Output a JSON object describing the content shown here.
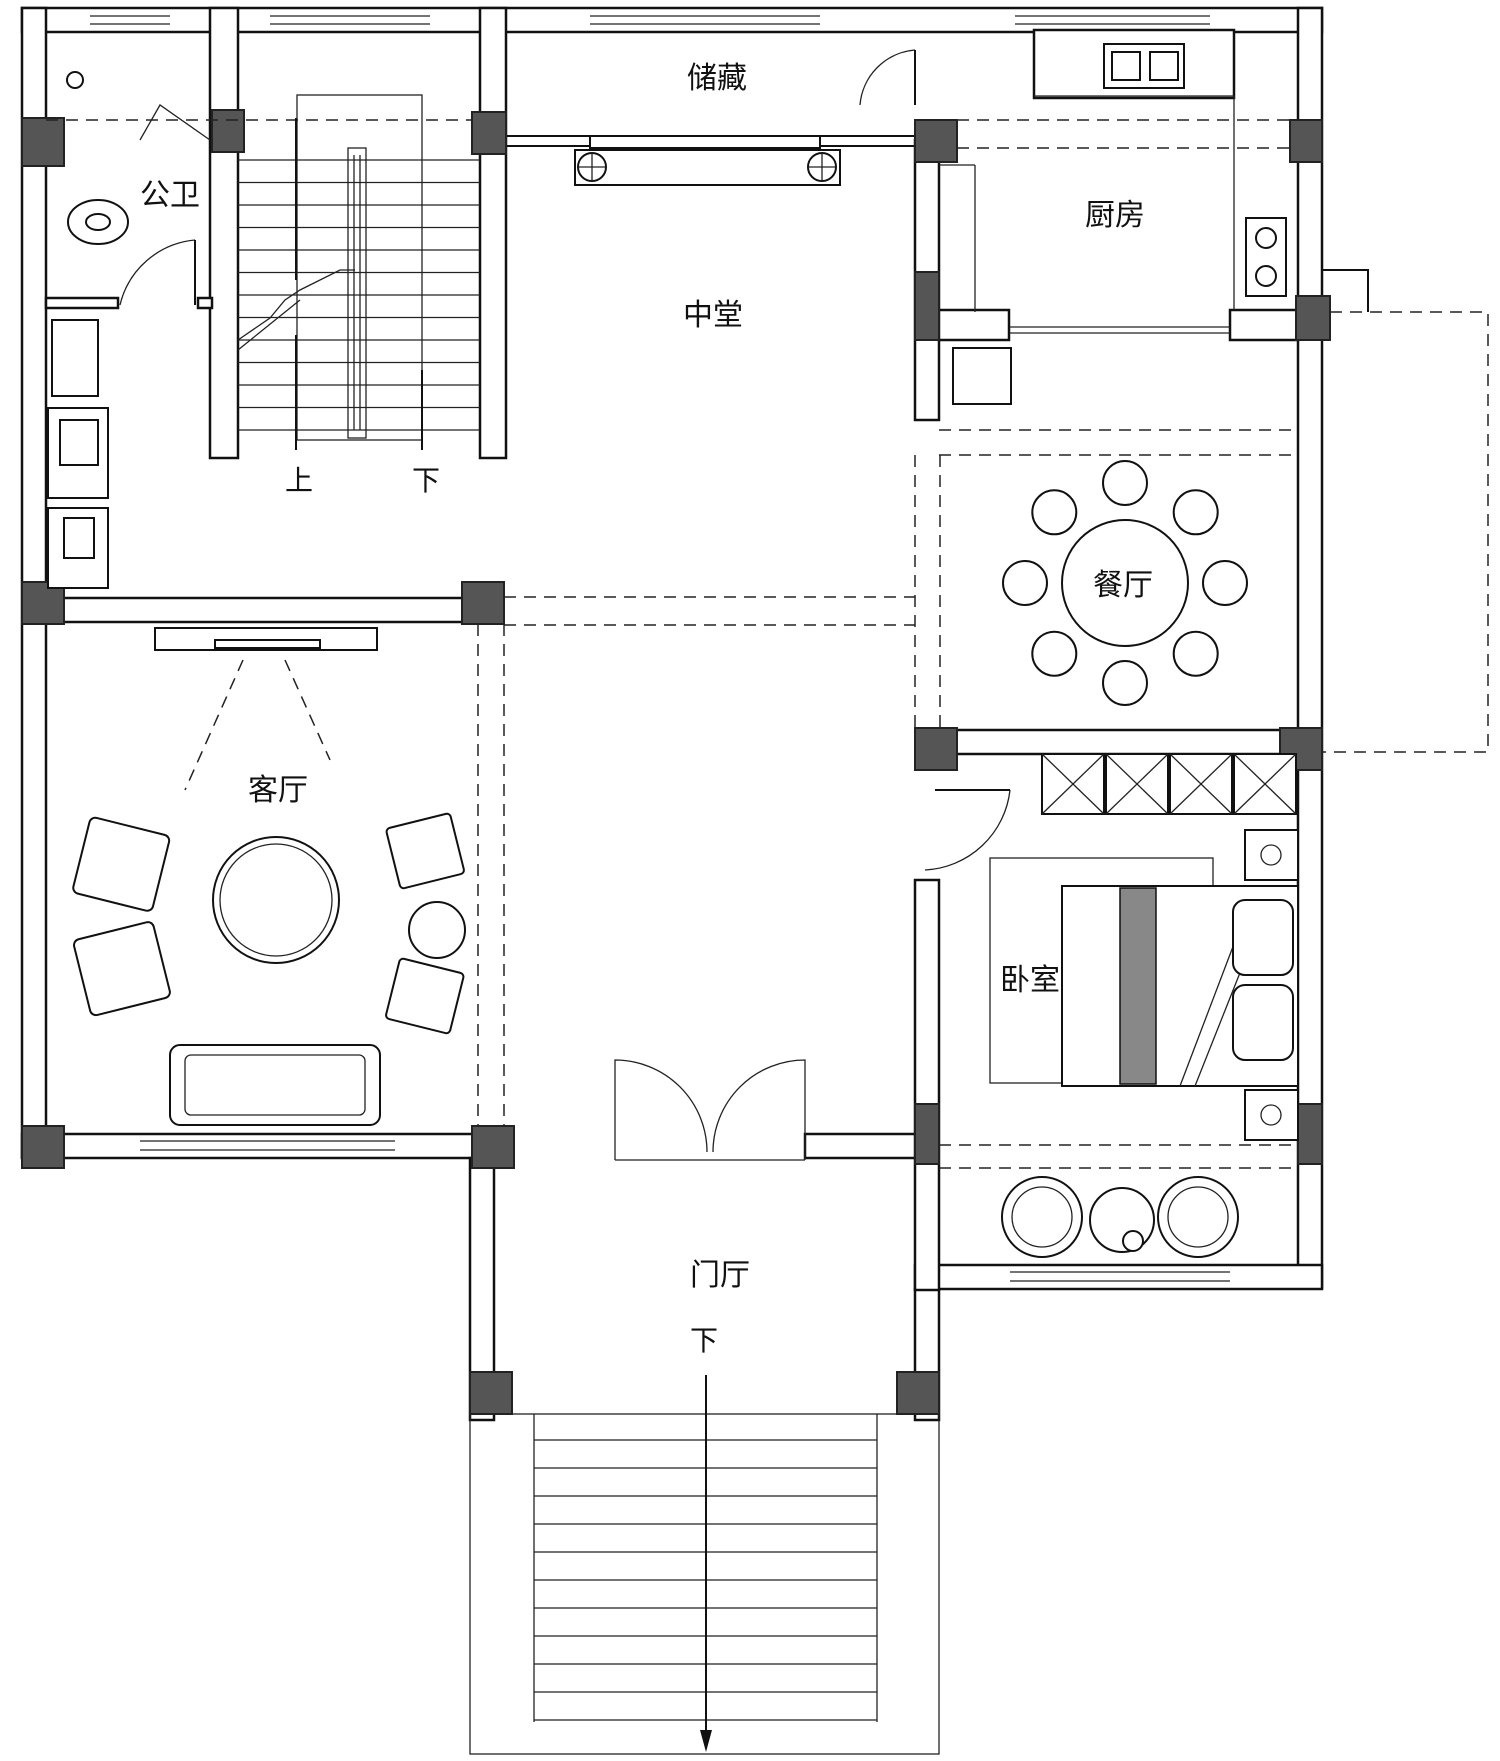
{
  "rooms": {
    "storage": "储藏",
    "public_toilet": "公卫",
    "central_hall": "中堂",
    "kitchen": "厨房",
    "dining": "餐厅",
    "living": "客厅",
    "bedroom": "卧室",
    "entrance_hall": "门厅"
  },
  "stair_labels": {
    "up": "上",
    "down": "下",
    "entrance_down": "下"
  }
}
